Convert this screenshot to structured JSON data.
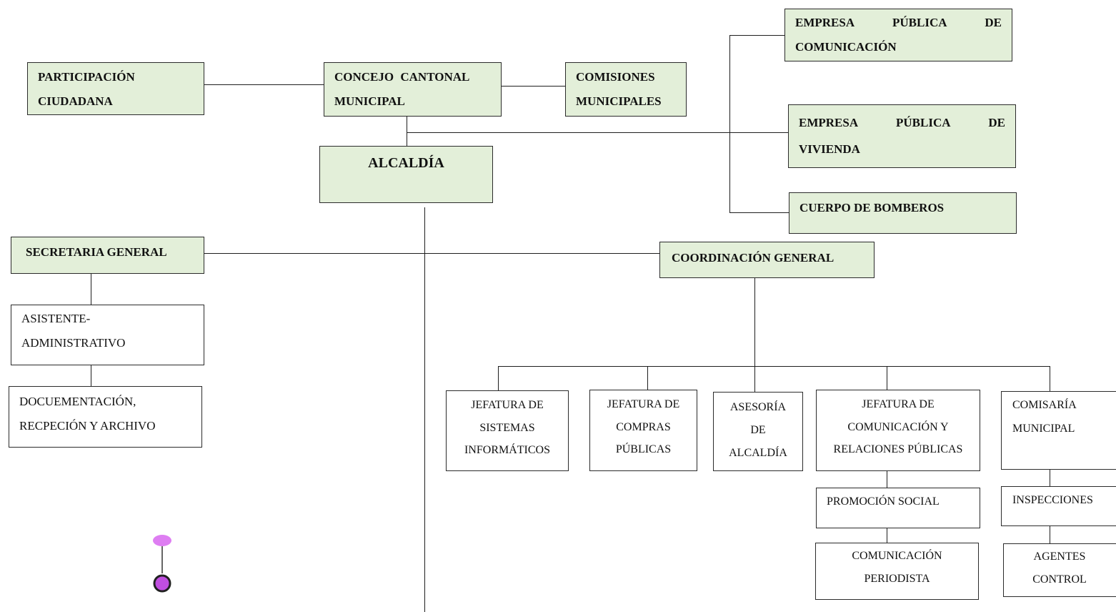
{
  "board": {
    "participacion": [
      "PARTICIPACIÓN",
      "CIUDADANA"
    ],
    "concejo": [
      "CONCEJO CANTONAL",
      "MUNICIPAL"
    ],
    "comisiones": [
      "COMISIONES",
      "MUNICIPALES"
    ],
    "alcaldia": "ALCALDÍA"
  },
  "empresas": {
    "comunicacion": [
      "EMPRESA PÚBLICA DE",
      "COMUNICACIÓN"
    ],
    "vivienda": [
      "EMPRESA PÚBLICA DE",
      "VIVIENDA"
    ],
    "bomberos": "CUERPO DE BOMBEROS"
  },
  "secretaria": {
    "title": "SECRETARIA GENERAL",
    "asistente": [
      "ASISTENTE-",
      "ADMINISTRATIVO"
    ],
    "documentacion": [
      "DOCUEMENTACIÓN,",
      "RECPECIÓN Y ARCHIVO"
    ]
  },
  "coordinacion": {
    "title": "COORDINACIÓN GENERAL",
    "sistemas": [
      "JEFATURA DE",
      "SISTEMAS",
      "INFORMÁTICOS"
    ],
    "compras": [
      "JEFATURA DE",
      "COMPRAS",
      "PÚBLICAS"
    ],
    "asesoria": [
      "ASESORÍA",
      "DE",
      "ALCALDÍA"
    ],
    "comunicacion": [
      "JEFATURA DE",
      "COMUNICACIÓN Y",
      "RELACIONES PÚBLICAS"
    ],
    "comisaria": [
      "COMISARÍA",
      "MUNICIPAL"
    ],
    "promocion": "PROMOCIÓN SOCIAL",
    "periodista": [
      "COMUNICACIÓN",
      "PERIODISTA"
    ],
    "inspecciones": "INSPECCIONES",
    "agentes": [
      "AGENTES",
      "CONTROL"
    ]
  }
}
